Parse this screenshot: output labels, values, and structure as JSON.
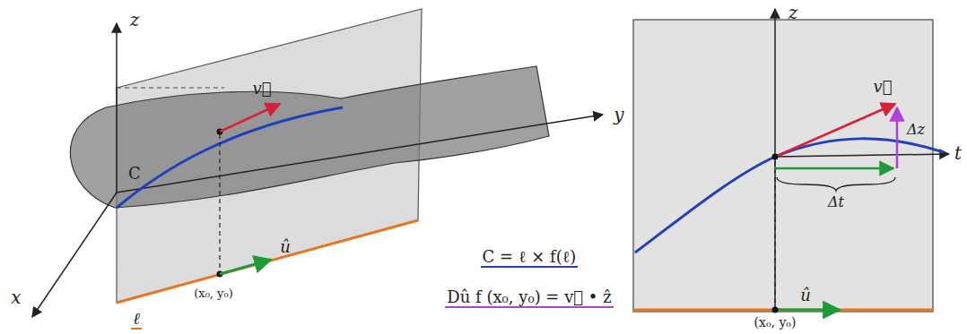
{
  "diagram": {
    "labels": [
      "z",
      "v⃗",
      "C",
      "y",
      "û",
      "(x₀, y₀)",
      "x",
      "ℓ",
      "C = ℓ × f(ℓ)",
      "Dû f (x₀, y₀) = v⃗ • ẑ",
      "z",
      "v⃗",
      "Δz",
      "t",
      "Δt",
      "û",
      "(x₀, y₀)"
    ]
  }
}
